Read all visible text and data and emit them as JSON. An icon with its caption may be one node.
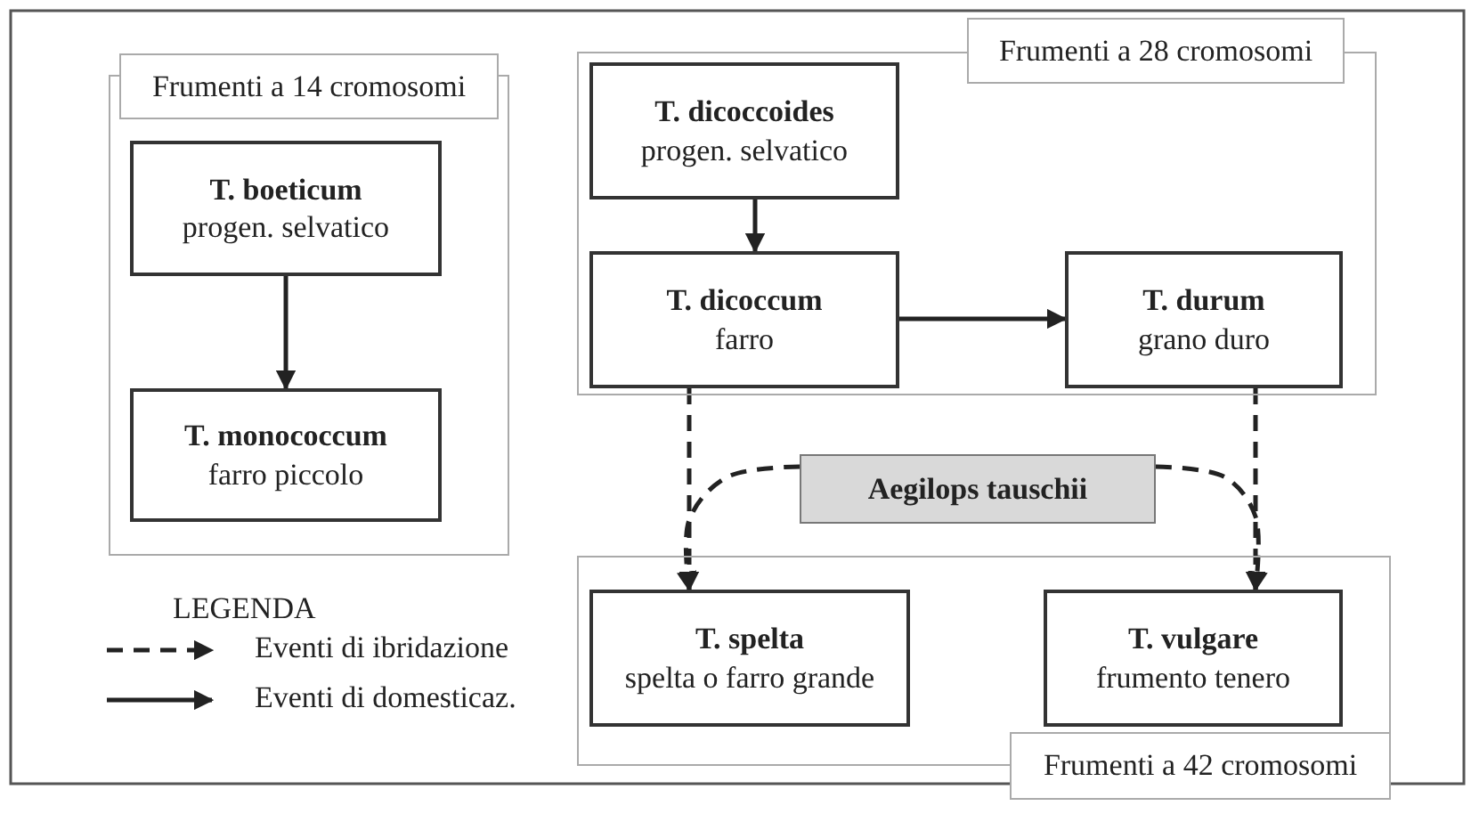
{
  "diagram": {
    "nodes": [
      {
        "text": [
          "Frumenti a 14 cromosomi"
        ]
      },
      {
        "text": [
          "T. boeticum",
          "progen. selvatico"
        ],
        "in": 0
      },
      {
        "text": [
          "T. monococcum",
          "farro piccolo"
        ],
        "in": 0
      },
      {
        "text": [
          "Frumenti a 28 cromosomi"
        ]
      },
      {
        "text": [
          "T. dicoccoides",
          "progen. selvatico"
        ],
        "in": 3
      },
      {
        "text": [
          "T. dicoccum",
          "farro"
        ],
        "in": 3
      },
      {
        "text": [
          "T. durum",
          "grano duro"
        ],
        "in": 3
      },
      {
        "text": [
          "Aegilops tauschii"
        ]
      },
      {
        "text": [
          "Frumenti a 42 cromosomi"
        ]
      },
      {
        "text": [
          "T. spelta",
          "spelta o farro grande"
        ],
        "in": 8
      },
      {
        "text": [
          "T. vulgare",
          "frumento tenero"
        ],
        "in": 8
      }
    ],
    "edges": [
      {
        "from": 1,
        "to": 2,
        "arrow": "to"
      },
      {
        "from": 4,
        "to": 5,
        "arrow": "to"
      },
      {
        "from": 5,
        "to": 6,
        "arrow": "to"
      },
      {
        "from": 5,
        "to": 9,
        "arrow": "to",
        "style": "dashed"
      },
      {
        "from": 6,
        "to": 10,
        "arrow": "to",
        "style": "dashed"
      },
      {
        "from": 7,
        "to": 9,
        "arrow": "to",
        "style": "dashed"
      },
      {
        "from": 7,
        "to": 10,
        "arrow": "to",
        "style": "dashed"
      }
    ],
    "labels": [
      "LEGENDA"
    ],
    "legend": [
      {
        "text": "Eventi di ibridazione"
      },
      {
        "text": "Eventi di domesticaz."
      }
    ]
  }
}
